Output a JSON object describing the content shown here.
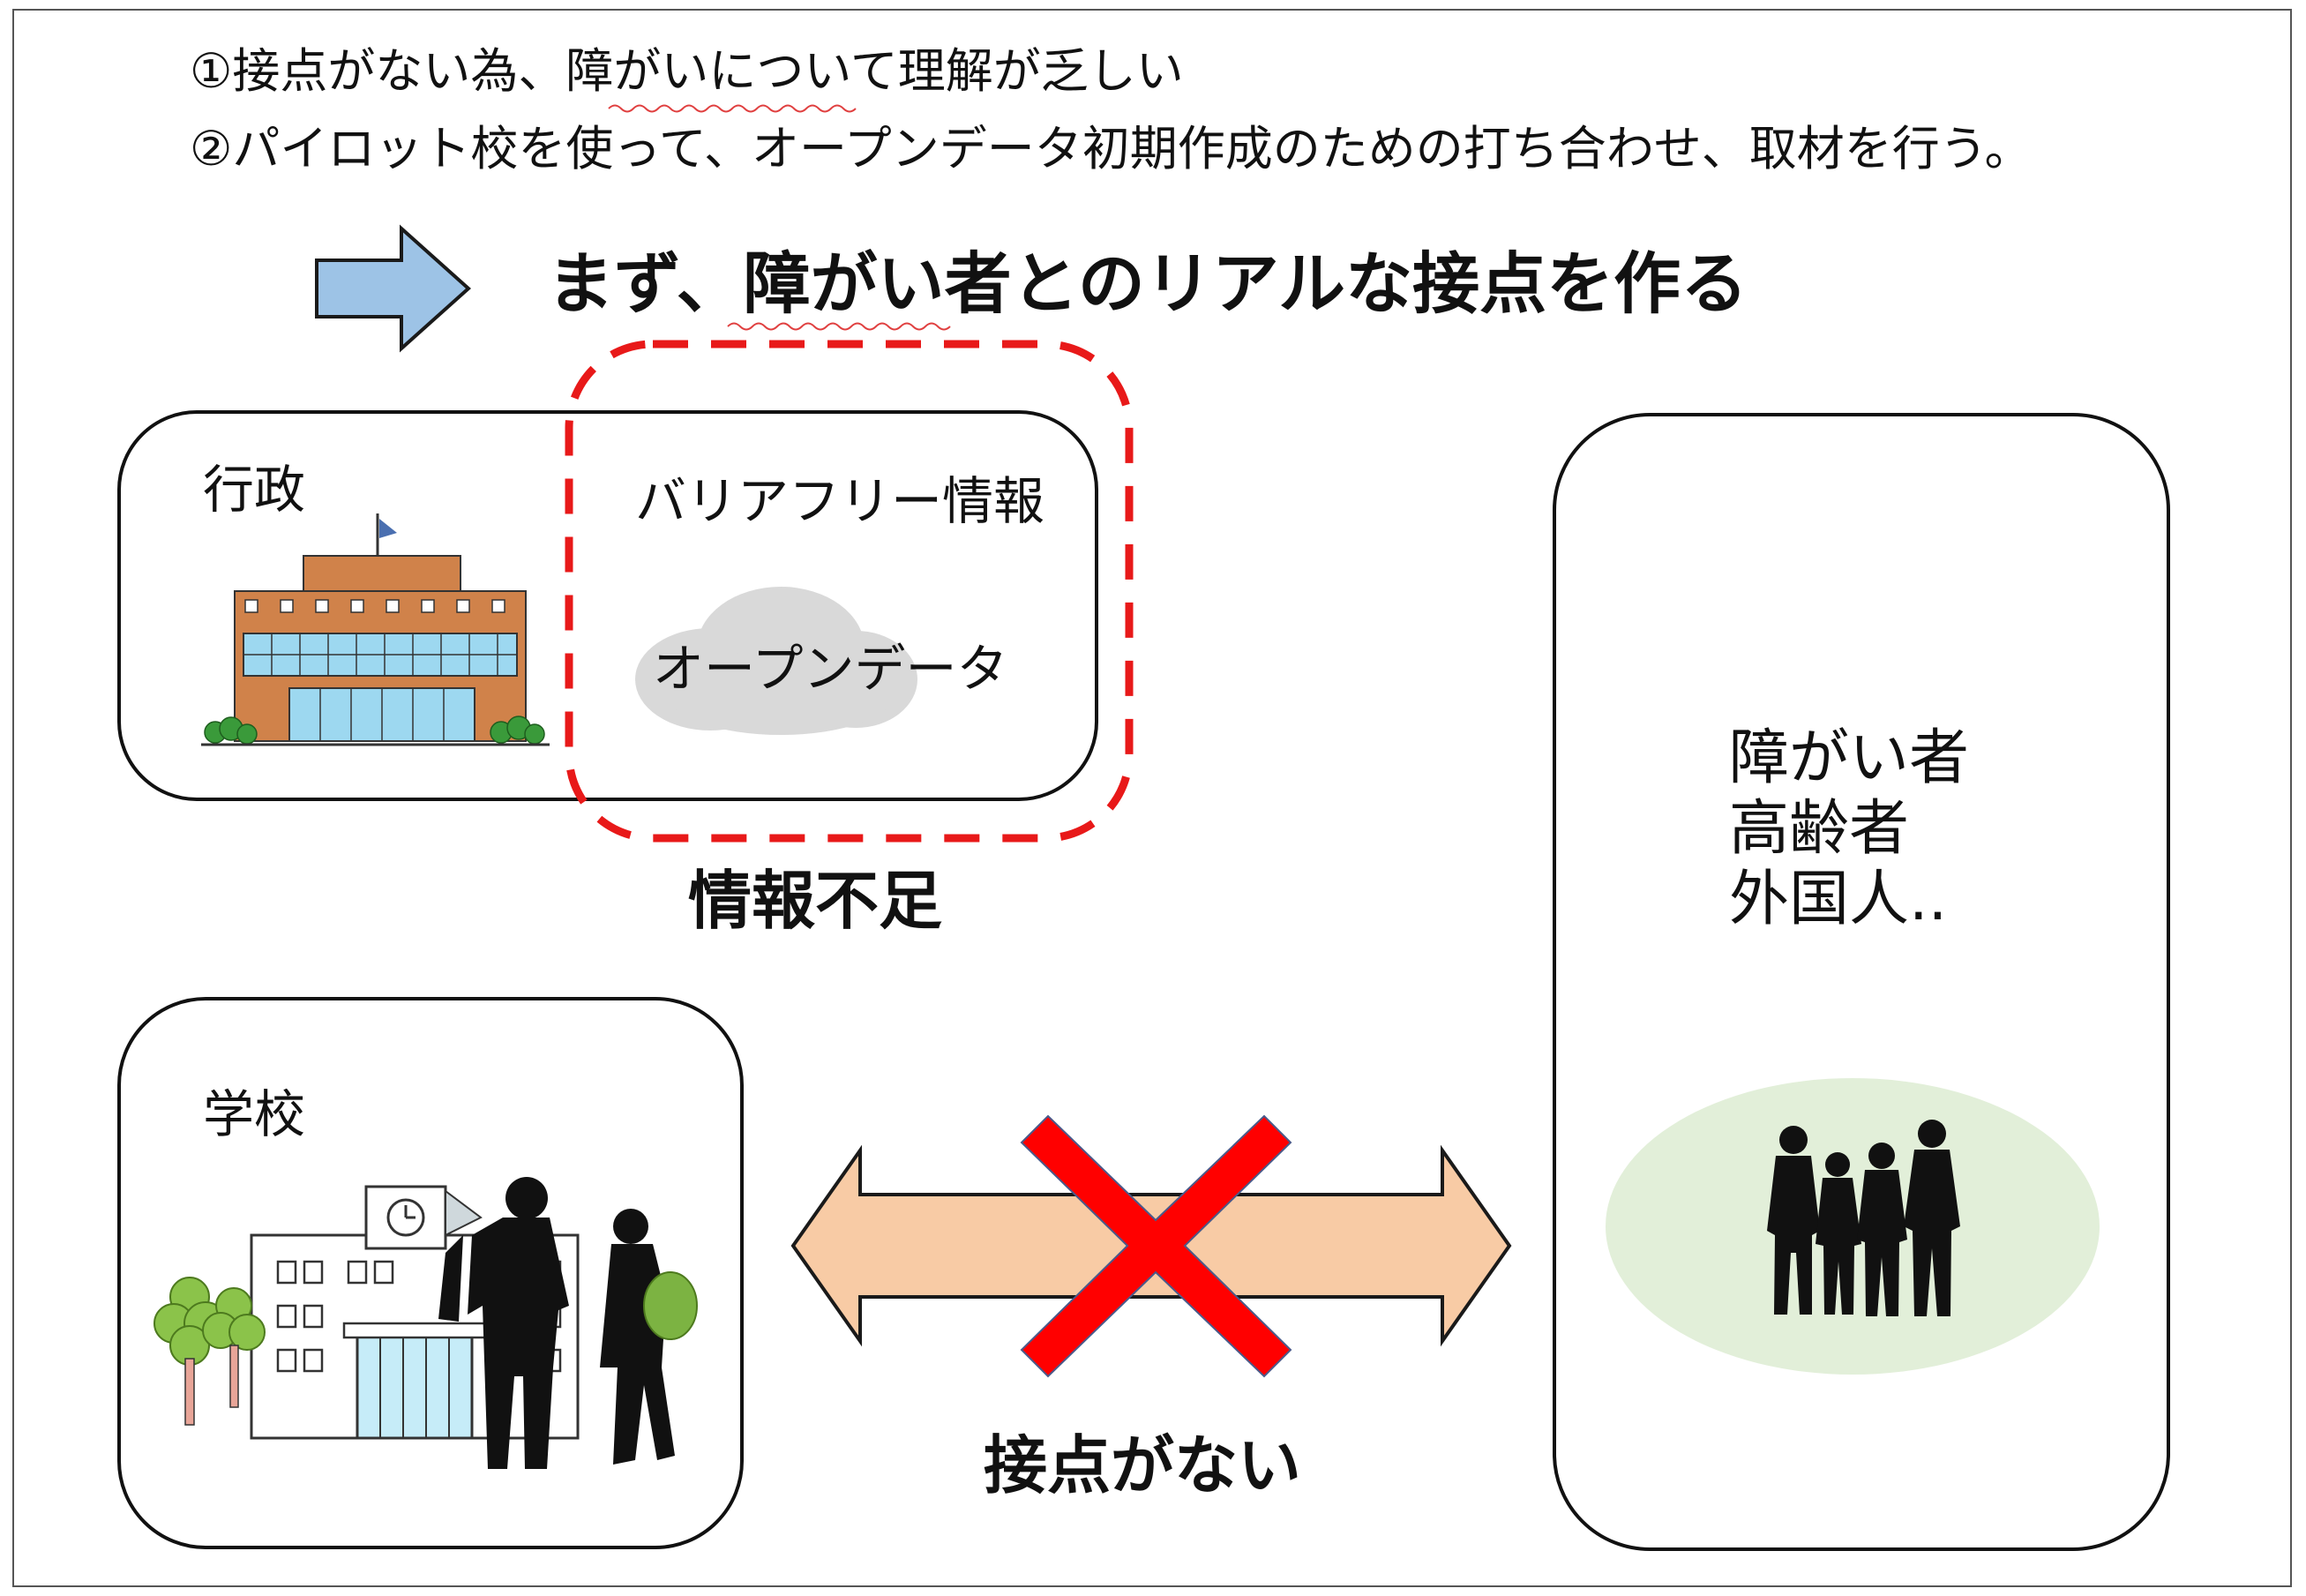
{
  "intro": {
    "line1": "①接点がない為、障がいについて理解が乏しい",
    "line2": "②パイロット校を使って、オープンデータ初期作成のための打ち合わせ、取材を行う。"
  },
  "headline": "まず、障がい者とのリアルな接点を作る",
  "gov_panel": {
    "title": "行政",
    "info_label": "バリアフリー情報",
    "cloud_label": "オープンデータ"
  },
  "info_shortage_label": "情報不足",
  "school_panel": {
    "title": "学校"
  },
  "people_panel": {
    "lines": [
      "障がい者",
      "高齢者",
      "外国人.."
    ]
  },
  "no_contact_label": "接点がない",
  "colors": {
    "blue_arrow": "#9dc3e6",
    "dashed_border": "#e81919",
    "cloud": "#d9d9d9",
    "double_arrow": "#f8cba5",
    "cross": "#ff0000",
    "ellipse": "#e2efd9",
    "building": "#d0824a",
    "window": "#9dd8f0"
  },
  "icons": [
    "right-arrow-icon",
    "building-icon",
    "cloud-icon",
    "school-icon",
    "people-silhouette-icon",
    "cross-icon",
    "double-arrow-icon"
  ]
}
